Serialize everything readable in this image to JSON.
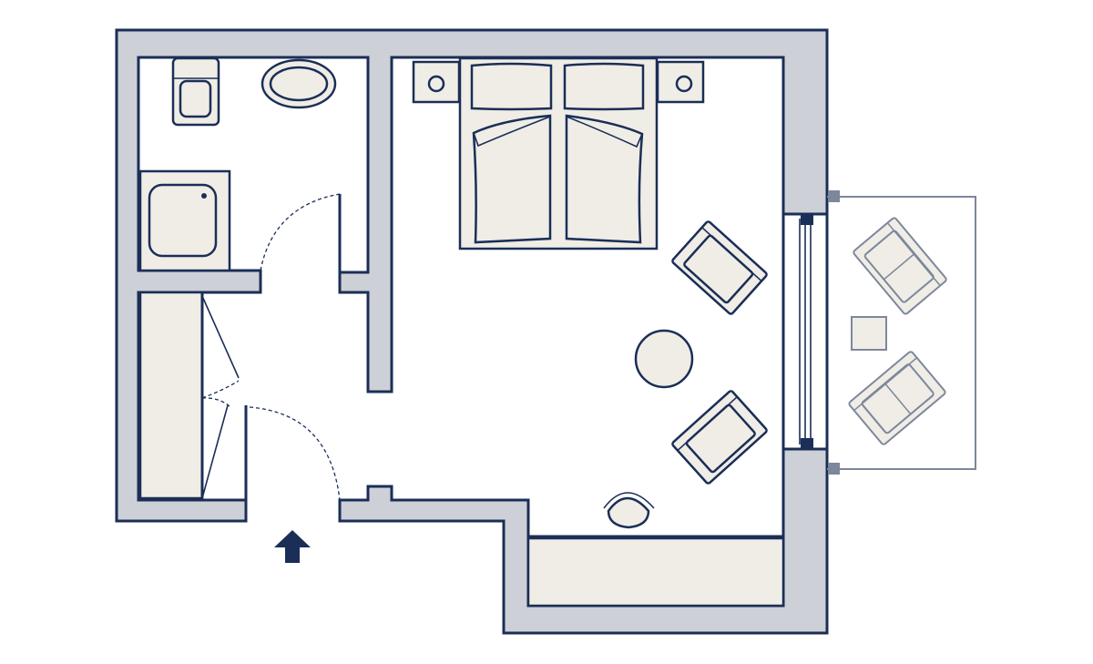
{
  "plan": {
    "elements": [
      "outer-wall",
      "bathroom",
      "toilet",
      "washbasin",
      "shower",
      "wardrobe",
      "entrance-door",
      "bathroom-door",
      "double-bed",
      "nightstand-left",
      "nightstand-right",
      "armchair-top",
      "round-table",
      "armchair-bottom",
      "desk",
      "desk-chair",
      "balcony-window",
      "balcony",
      "balcony-chair-top",
      "balcony-table",
      "balcony-chair-bottom",
      "entrance-arrow-icon"
    ]
  },
  "colors": {
    "wall_fill": "#cdd0d6",
    "wall_stroke": "#1b2e57",
    "furniture_fill": "#efede6",
    "balcony_stroke": "#7c879b",
    "background": "#ffffff"
  }
}
